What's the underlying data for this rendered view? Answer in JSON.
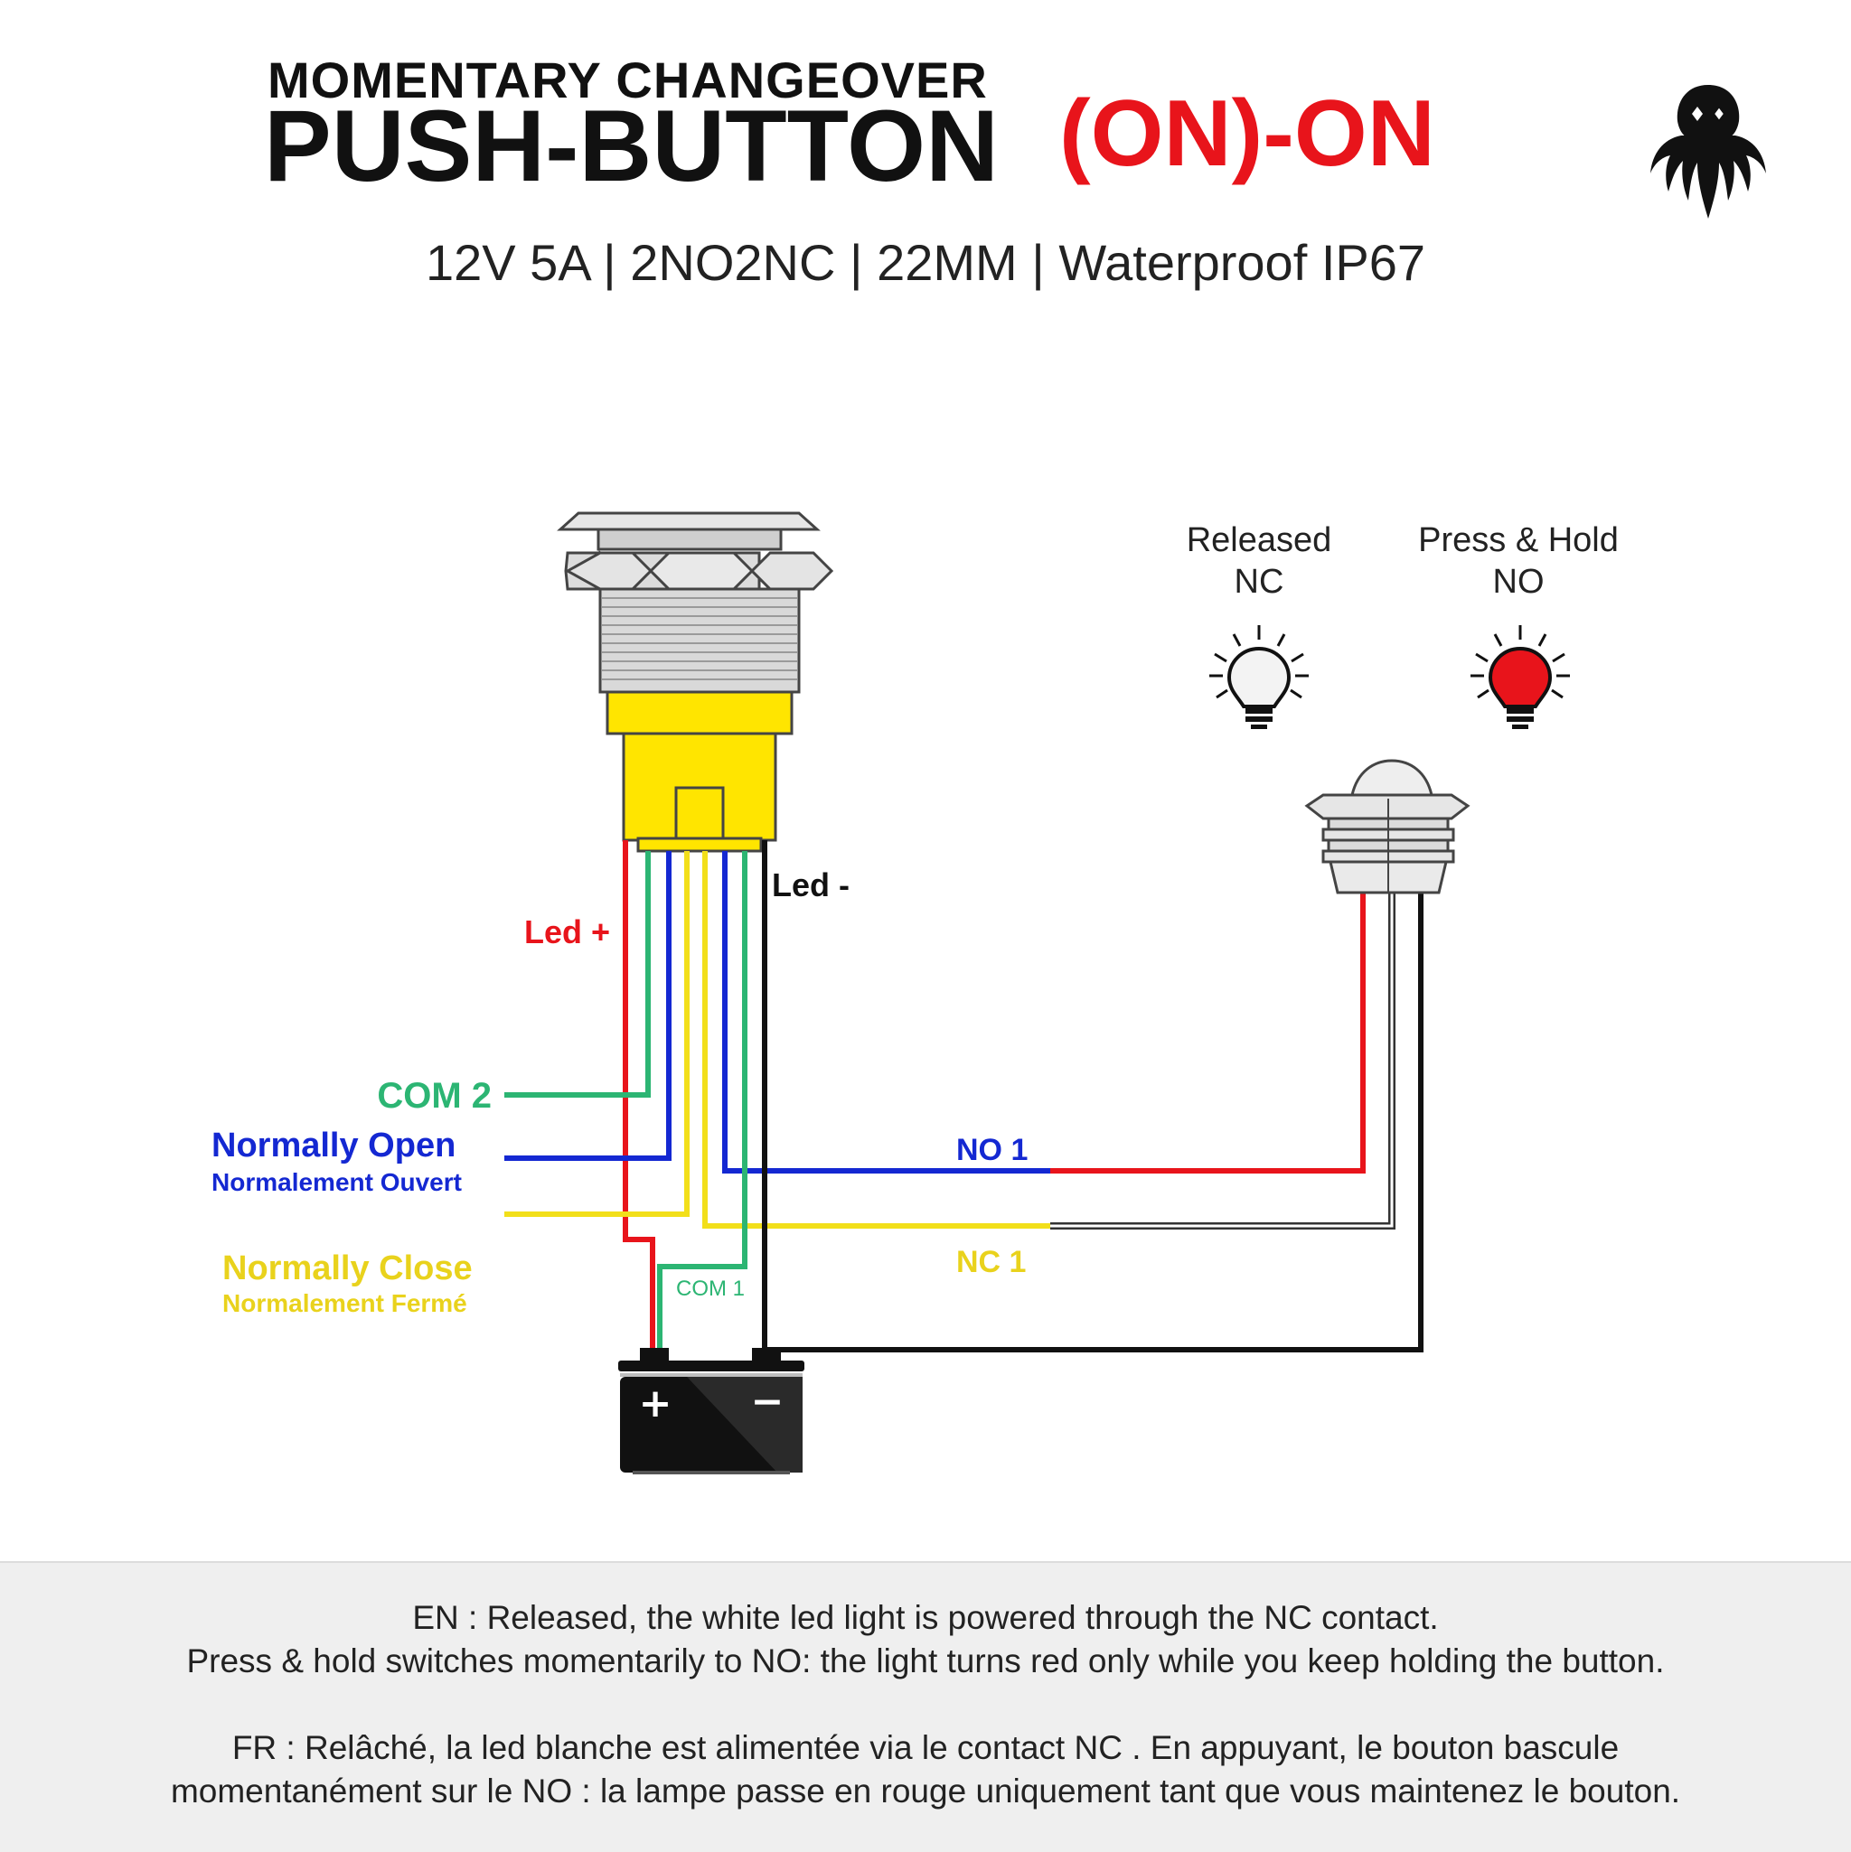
{
  "header": {
    "title_top": "MOMENTARY CHANGEOVER",
    "title_main": "PUSH-BUTTON",
    "mode": "(ON)-ON",
    "specs": "12V 5A  |  2NO2NC  |  22MM  | Waterproof IP67"
  },
  "states": {
    "released_title": "Released",
    "released_contact": "NC",
    "pressed_title": "Press & Hold",
    "pressed_contact": "NO"
  },
  "wires": {
    "led_plus": "Led +",
    "led_minus": "Led -",
    "com2": "COM 2",
    "normally_open_en": "Normally Open",
    "normally_open_fr": "Normalement Ouvert",
    "normally_close_en": "Normally Close",
    "normally_close_fr": "Normalement Fermé",
    "com1": "COM 1",
    "no1": "NO 1",
    "nc1": "NC 1"
  },
  "battery": {
    "plus": "+",
    "minus": "−"
  },
  "footer": {
    "en_line1": "EN : Released, the white led  light is powered through the NC contact.",
    "en_line2": "Press & hold switches momentarily to NO: the light turns red only while you keep holding the button.",
    "fr_line1": "FR : Relâché, la led blanche  est alimentée via le contact NC . En appuyant, le bouton bascule",
    "fr_line2": "momentanément sur le NO : la lampe passe en rouge uniquement tant que vous maintenez le bouton."
  },
  "colors": {
    "red": "#e8141b",
    "green": "#2cb573",
    "blue": "#1428d2",
    "yellow": "#f2df1a",
    "yellow_text": "#e9d21c",
    "black": "#111111",
    "switch_body": "#ffe500",
    "metal": "#d9d9d9"
  },
  "icons": {
    "logo": "octopus-logo-icon",
    "bulb_white": "lightbulb-white-icon",
    "bulb_red": "lightbulb-red-icon",
    "switch": "push-button-switch-icon",
    "lamp": "indicator-lamp-icon",
    "battery": "battery-icon"
  }
}
